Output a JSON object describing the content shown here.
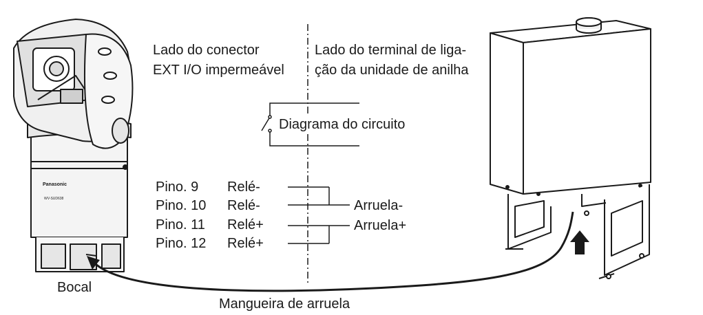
{
  "header": {
    "cut_title": "",
    "left_heading_line1": "Lado do conector",
    "left_heading_line2": "EXT I/O impermeável",
    "right_heading_line1": "Lado do terminal de liga-",
    "right_heading_line2": "ção da unidade de anilha"
  },
  "circuit": {
    "label": "Diagrama do circuito"
  },
  "pins": [
    {
      "pin": "Pino. 9",
      "signal": "Relé-"
    },
    {
      "pin": "Pino. 10",
      "signal": "Relé-"
    },
    {
      "pin": "Pino. 11",
      "signal": "Relé+"
    },
    {
      "pin": "Pino. 12",
      "signal": "Relé+"
    }
  ],
  "washer_terminals": [
    "Arruela-",
    "Arruela+"
  ],
  "camera": {
    "brand": "Panasonic",
    "model": "WV-SUD638",
    "nozzle_label": "Bocal"
  },
  "hose": {
    "label": "Mangueira de arruela"
  },
  "colors": {
    "ink": "#1a1a1a",
    "camera_fill": "#f2f2f2",
    "shade": "#d9d9d9"
  },
  "icons": [
    "switch-icon",
    "up-arrow-icon"
  ]
}
